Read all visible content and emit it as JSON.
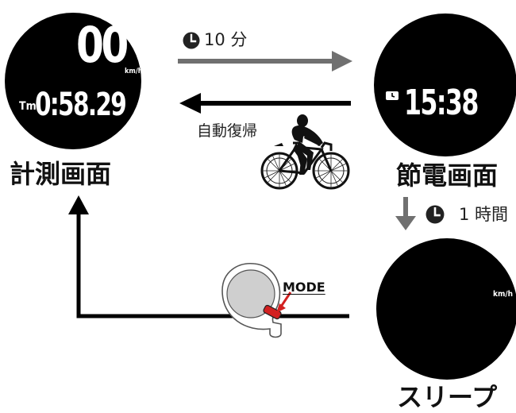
{
  "screens": {
    "measure": {
      "title": "計測画面",
      "speed": "00",
      "speed_unit": "km/h",
      "time_prefix": "Tm",
      "time": "0:58.29"
    },
    "power_save": {
      "title": "節電画面",
      "clock": "15:38"
    },
    "sleep": {
      "title": "スリープ",
      "speed_unit": "km/h"
    }
  },
  "transitions": {
    "to_power_save": "10 分",
    "auto_return": "自動復帰",
    "to_sleep": "1 時間",
    "button_label": "MODE"
  },
  "icons": {
    "timer": "clock-icon",
    "cyclist": "cyclist-icon",
    "device": "sensor-device-icon",
    "clock_indicator": "clock-indicator-icon"
  },
  "colors": {
    "lcd_background": "#000000",
    "arrow_gray": "#707070",
    "arrow_black": "#000000",
    "mode_red": "#d22020"
  }
}
